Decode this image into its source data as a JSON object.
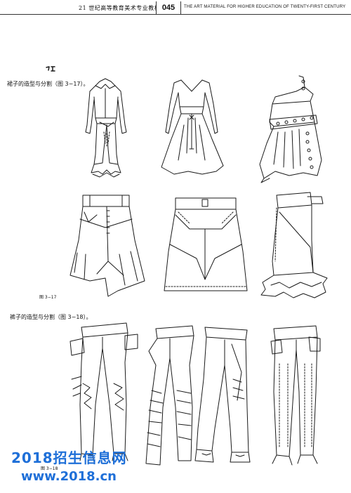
{
  "header": {
    "series_title": "21 世纪高等教育美术专业教材",
    "page_number": "045",
    "english_title": "THE ART MATERIAL FOR HIGHER EDUCATION OF TWENTY-FIRST CENTURY"
  },
  "sections": [
    {
      "caption": "裙子的造型与分割（图 3−17）。",
      "figure_label": "图 3−17"
    },
    {
      "caption": "裤子的造型与分割（图 3−18）。",
      "figure_label": "图 3−18"
    }
  ],
  "watermark": {
    "line1": "2018招生信息网",
    "line2": "www.2018.cn",
    "color": "#1e6fd8"
  }
}
